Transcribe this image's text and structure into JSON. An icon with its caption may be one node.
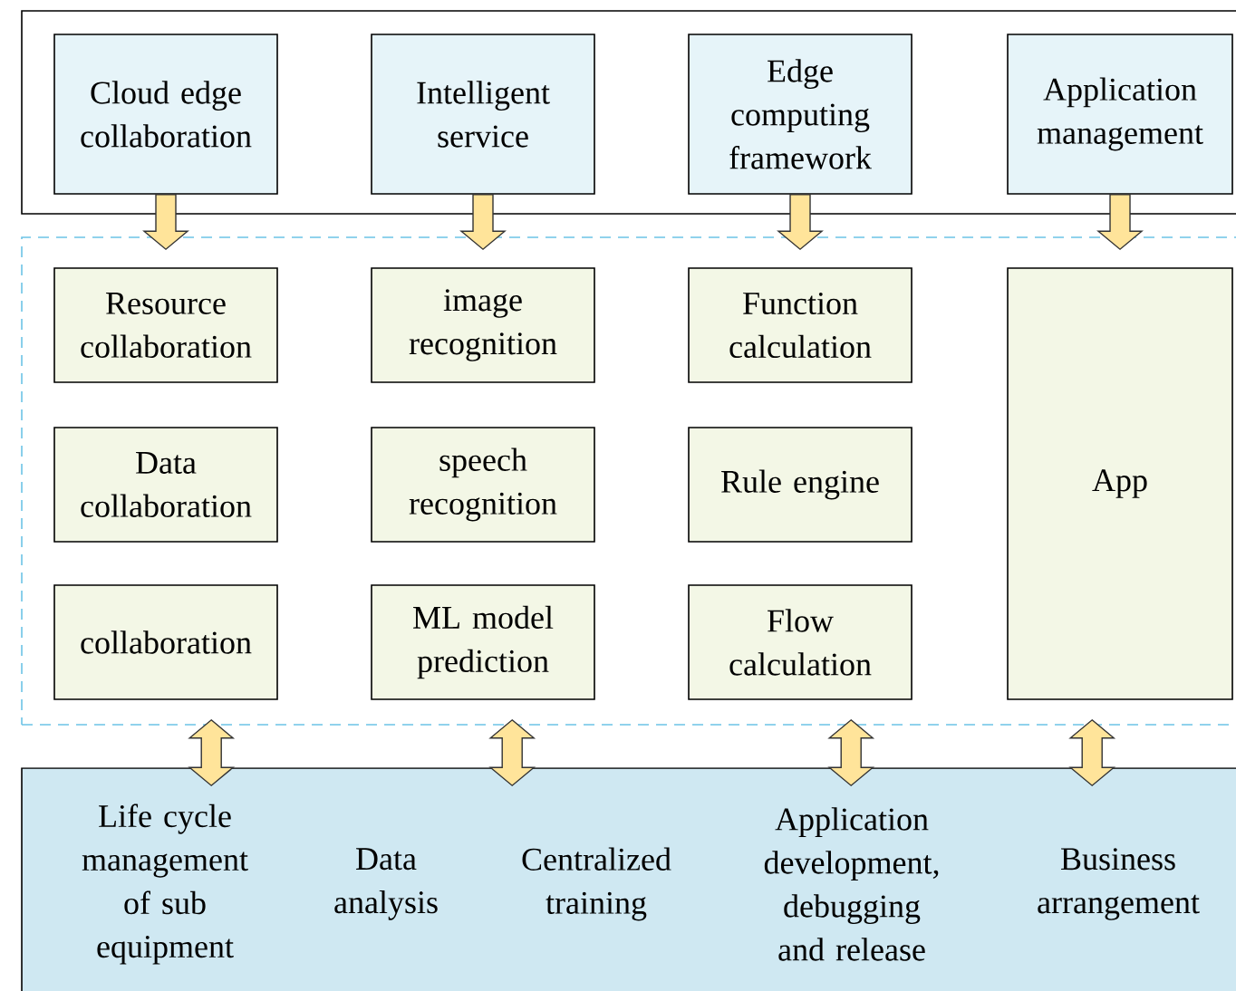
{
  "diagram": {
    "nodes": [
      {
        "text": [],
        "shape": "box"
      },
      {
        "text": [
          "Cloud edge collaboration"
        ],
        "in": 0
      },
      {
        "text": [
          "Intelligent service"
        ],
        "in": 0
      },
      {
        "text": [
          "Edge computing framework"
        ],
        "in": 0
      },
      {
        "text": [
          "Application management"
        ],
        "in": 0
      },
      {
        "text": [],
        "shape": "box"
      },
      {
        "text": [
          "Resource collaboration"
        ],
        "in": 5
      },
      {
        "text": [
          "image recognition"
        ],
        "in": 5
      },
      {
        "text": [
          "Function calculation"
        ],
        "in": 5
      },
      {
        "text": [
          "App"
        ],
        "in": 5
      },
      {
        "text": [
          "Data collaboration"
        ],
        "in": 5
      },
      {
        "text": [
          "speech recognition"
        ],
        "in": 5
      },
      {
        "text": [
          "Rule engine"
        ],
        "in": 5
      },
      {
        "text": [
          "collaboration"
        ],
        "in": 5
      },
      {
        "text": [
          "ML model prediction"
        ],
        "in": 5
      },
      {
        "text": [
          "Flow calculation"
        ],
        "in": 5
      },
      {
        "text": [
          "Life cycle management of sub equipment",
          "Data analysis",
          "Centralized training",
          "Application development, debugging and release",
          "Business arrangement"
        ]
      }
    ],
    "edges": [
      {
        "from": 1,
        "to": 5,
        "arrow": "to"
      },
      {
        "from": 2,
        "to": 5,
        "arrow": "to"
      },
      {
        "from": 3,
        "to": 5,
        "arrow": "to"
      },
      {
        "from": 4,
        "to": 5,
        "arrow": "to"
      },
      {
        "from": 5,
        "to": 16,
        "arrow": "both"
      },
      {
        "from": 5,
        "to": 16,
        "arrow": "both"
      },
      {
        "from": 5,
        "to": 16,
        "arrow": "both"
      },
      {
        "from": 5,
        "to": 16,
        "arrow": "both"
      }
    ]
  }
}
